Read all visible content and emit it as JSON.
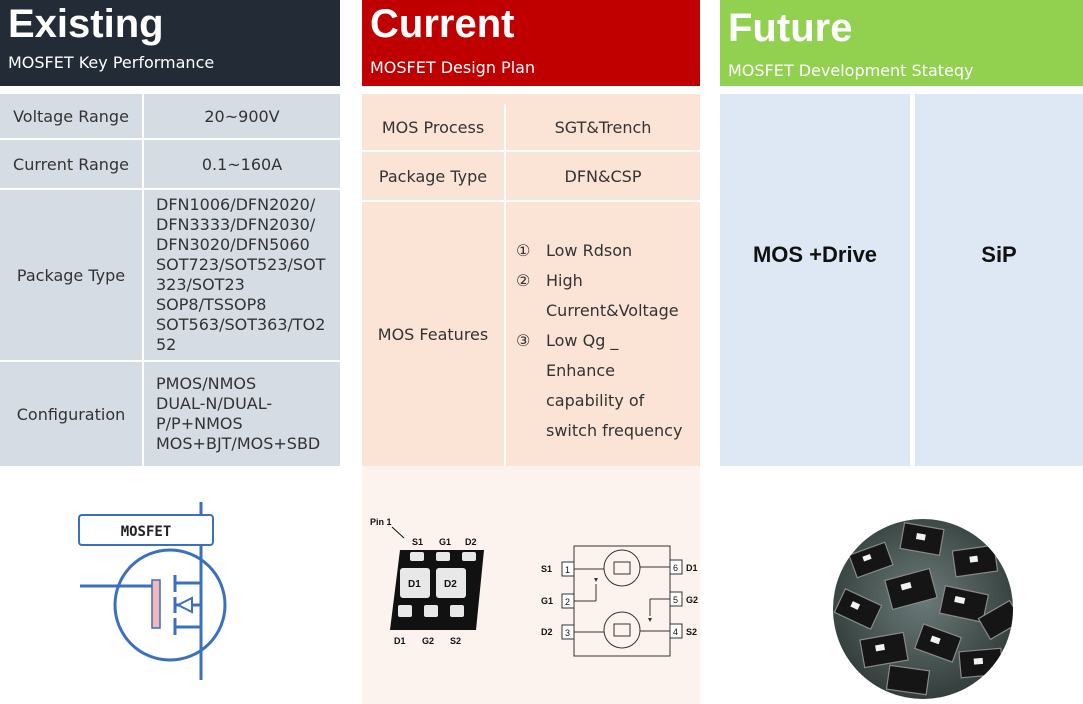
{
  "existing": {
    "title": "Existing",
    "subtitle": "MOSFET Key Performance",
    "rows": [
      {
        "label": "Voltage Range",
        "value": "20~900V"
      },
      {
        "label": "Current Range",
        "value": "0.1~160A"
      },
      {
        "label": "Package Type",
        "value_lines": [
          "DFN1006/DFN2020/",
          "DFN3333/DFN2030/",
          "DFN3020/DFN5060",
          "SOT723/SOT523/SOT",
          "323/SOT23",
          "SOP8/TSSOP8",
          "SOT563/SOT363/TO2",
          "52"
        ]
      },
      {
        "label": "Configuration",
        "value_lines": [
          "PMOS/NMOS",
          "DUAL-N/DUAL-",
          "P/P+NMOS",
          "MOS+BJT/MOS+SBD"
        ]
      }
    ],
    "symbol_label": "MOSFET"
  },
  "current": {
    "title": "Current",
    "subtitle": "MOSFET Design Plan",
    "rows": [
      {
        "label": "MOS Process",
        "value": "SGT&Trench"
      },
      {
        "label": "Package Type",
        "value": "DFN&CSP"
      },
      {
        "label": "MOS Features"
      }
    ],
    "features": [
      {
        "num": "①",
        "lines": [
          "Low Rdson"
        ]
      },
      {
        "num": "②",
        "lines": [
          "High",
          "Current&Voltage"
        ]
      },
      {
        "num": "③",
        "lines": [
          "Low Qg _",
          "Enhance",
          "capability of",
          "switch frequency"
        ]
      }
    ],
    "package": {
      "pin1": "Pin 1",
      "top_pins": [
        "S1",
        "G1",
        "D2"
      ],
      "pads": [
        "D1",
        "D2"
      ],
      "bottom_pins": [
        "D1",
        "G2",
        "S2"
      ]
    },
    "schematic": {
      "left_pins": [
        "S1",
        "G1",
        "D2"
      ],
      "left_nums": [
        "1",
        "2",
        "3"
      ],
      "right_pins": [
        "D1",
        "G2",
        "S2"
      ],
      "right_nums": [
        "6",
        "5",
        "4"
      ]
    }
  },
  "future": {
    "title": "Future",
    "subtitle": "MOSFET Development Stateqy",
    "items": [
      "MOS +Drive",
      "SiP"
    ]
  },
  "colors": {
    "existing": "#222b36",
    "current": "#c00000",
    "future": "#92d050",
    "gray": "#d6dce4",
    "peach": "#fbe3d6",
    "lblue": "#dde8f4"
  }
}
